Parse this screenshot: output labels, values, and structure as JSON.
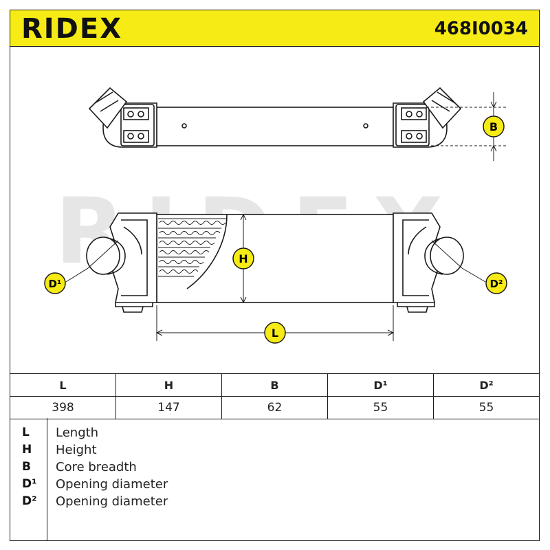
{
  "header": {
    "brand": "RIDEX",
    "part_number": "468I0034"
  },
  "watermark": "RIDEX",
  "diagram": {
    "labels": {
      "B": "B",
      "H": "H",
      "L": "L",
      "D1": "D¹",
      "D2": "D²"
    },
    "colors": {
      "badge": "#f6eb14",
      "line": "#1a1a1a",
      "watermark": "#e6e6e6"
    }
  },
  "table": {
    "headers": [
      "L",
      "H",
      "B",
      "D¹",
      "D²"
    ],
    "values": [
      "398",
      "147",
      "62",
      "55",
      "55"
    ]
  },
  "legend": [
    {
      "key": "L",
      "desc": "Length"
    },
    {
      "key": "H",
      "desc": "Height"
    },
    {
      "key": "B",
      "desc": "Core breadth"
    },
    {
      "key": "D¹",
      "desc": "Opening diameter"
    },
    {
      "key": "D²",
      "desc": "Opening diameter"
    }
  ]
}
